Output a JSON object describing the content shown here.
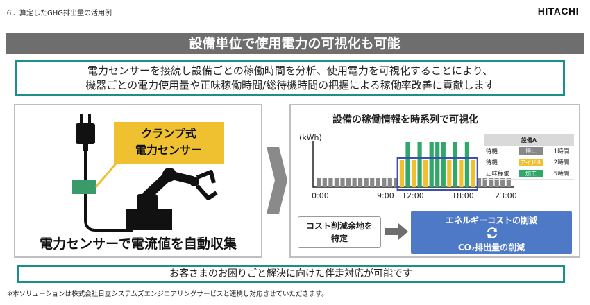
{
  "header": {
    "section_title": "６．算定したGHG排出量の活用例",
    "logo": "HITACHI"
  },
  "banner": {
    "title": "設備単位で使用電力の可視化も可能"
  },
  "summary": {
    "line1": "電力センサーを接続し設備ごとの稼働時間を分析、使用電力を可視化することにより、",
    "line2": "機器ごとの電力使用量や正味稼働時間/総待機時間の把握による稼働率改善に貢献します"
  },
  "left_panel": {
    "sensor_line1": "クランプ式",
    "sensor_line2": "電力センサー",
    "caption": "電力センサーで電流値を自動収集"
  },
  "right_panel": {
    "title": "設備の稼働情報を時系列で可視化",
    "cost_line1": "コスト削減余地を",
    "cost_line2": "特定",
    "energy_top": "エネルギーコストの削減",
    "energy_bottom": "CO₂排出量の削減"
  },
  "legend": {
    "header": "設備A",
    "rows": [
      {
        "label": "待機",
        "badge": "停止",
        "time": "1時間"
      },
      {
        "label": "待機",
        "badge": "アイドル",
        "time": "2時間"
      },
      {
        "label": "正味稼働",
        "badge": "加工",
        "time": "5時間"
      }
    ]
  },
  "colors": {
    "teal": "#1b8f89",
    "gray": "#888888",
    "yellow": "#efc030",
    "green": "#2fa86a",
    "blue": "#4d79c7",
    "banner": "#6e6e6e"
  },
  "chart_data": {
    "type": "bar",
    "ylabel": "(kWh)",
    "x_tick_labels": [
      "0:00",
      "9:00",
      "12:00",
      "18:00",
      "23:00"
    ],
    "series": [
      {
        "name": "停止",
        "values": [
          1,
          1,
          1,
          1,
          1,
          1,
          1,
          1,
          1,
          1,
          1,
          1,
          1,
          1,
          0,
          0,
          0,
          0,
          0,
          0,
          0,
          0,
          0,
          0,
          0,
          0,
          0,
          1,
          1,
          1,
          1,
          1,
          1
        ]
      },
      {
        "name": "アイドル",
        "values": [
          0,
          0,
          0,
          0,
          0,
          0,
          0,
          0,
          0,
          0,
          0,
          0,
          0,
          0,
          3,
          0,
          3,
          0,
          3,
          0,
          3,
          0,
          3,
          0,
          3,
          0,
          3,
          0,
          0,
          0,
          0,
          0,
          0
        ]
      },
      {
        "name": "加工",
        "values": [
          0,
          0,
          0,
          0,
          0,
          0,
          0,
          0,
          0,
          0,
          0,
          0,
          0,
          0,
          0,
          5,
          0,
          5,
          0,
          5,
          5,
          5,
          0,
          5,
          0,
          5,
          0,
          0,
          0,
          0,
          0,
          0,
          0
        ]
      }
    ],
    "highlight_range": [
      "9:00",
      "18:00"
    ]
  }
}
